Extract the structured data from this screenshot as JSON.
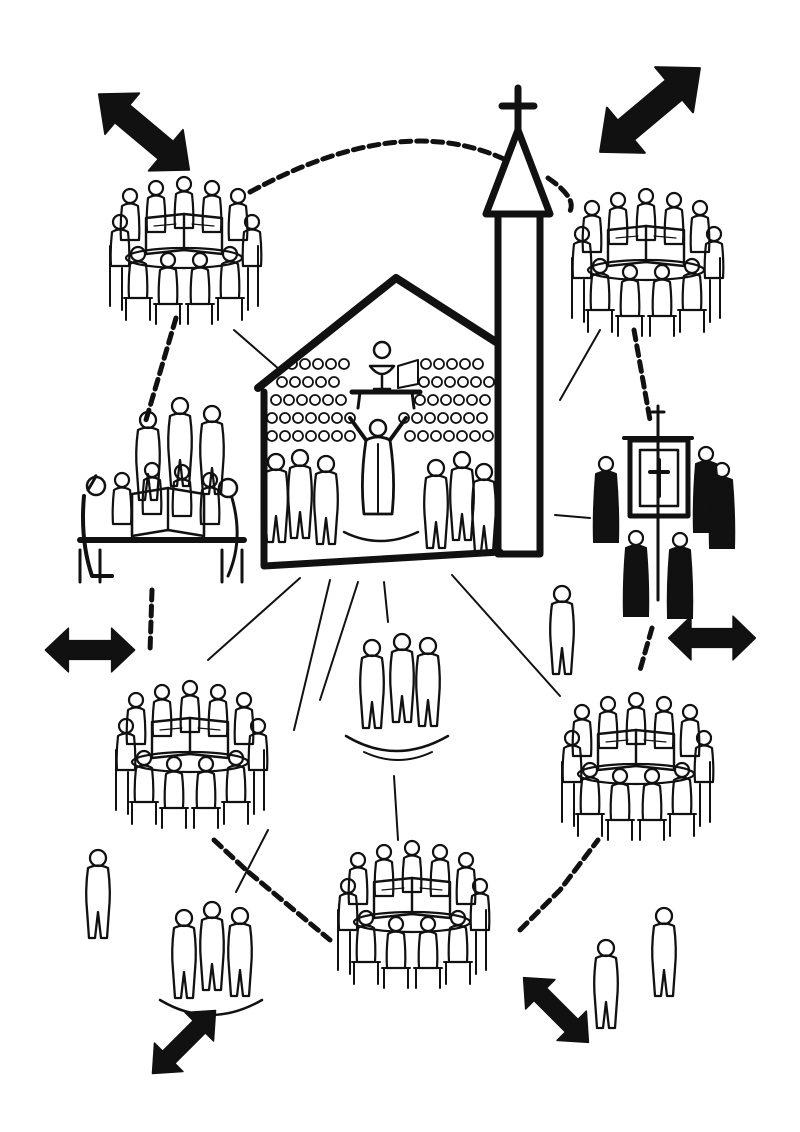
{
  "illustration": {
    "ink_color": "#111111",
    "paper_color": "#ffffff",
    "church": {
      "has_steeple_cross": true,
      "has_banner_cross": true
    },
    "groups": [
      {
        "kind": "bible-circle",
        "label": ""
      },
      {
        "kind": "bible-circle",
        "label": ""
      },
      {
        "kind": "bible-table",
        "label": ""
      },
      {
        "kind": "procession",
        "label": ""
      },
      {
        "kind": "bible-circle",
        "label": ""
      },
      {
        "kind": "bible-circle",
        "label": ""
      },
      {
        "kind": "bible-circle",
        "label": ""
      },
      {
        "kind": "standing-trio",
        "label": ""
      },
      {
        "kind": "standing-trio",
        "label": ""
      }
    ],
    "arrows": [
      {
        "direction": "diagonal",
        "icon": "double-arrow-icon"
      },
      {
        "direction": "diagonal",
        "icon": "double-arrow-icon"
      },
      {
        "direction": "horizontal",
        "icon": "double-arrow-icon"
      },
      {
        "direction": "horizontal",
        "icon": "double-arrow-icon"
      },
      {
        "direction": "diagonal",
        "icon": "double-arrow-icon"
      },
      {
        "direction": "diagonal",
        "icon": "double-arrow-icon"
      }
    ]
  }
}
